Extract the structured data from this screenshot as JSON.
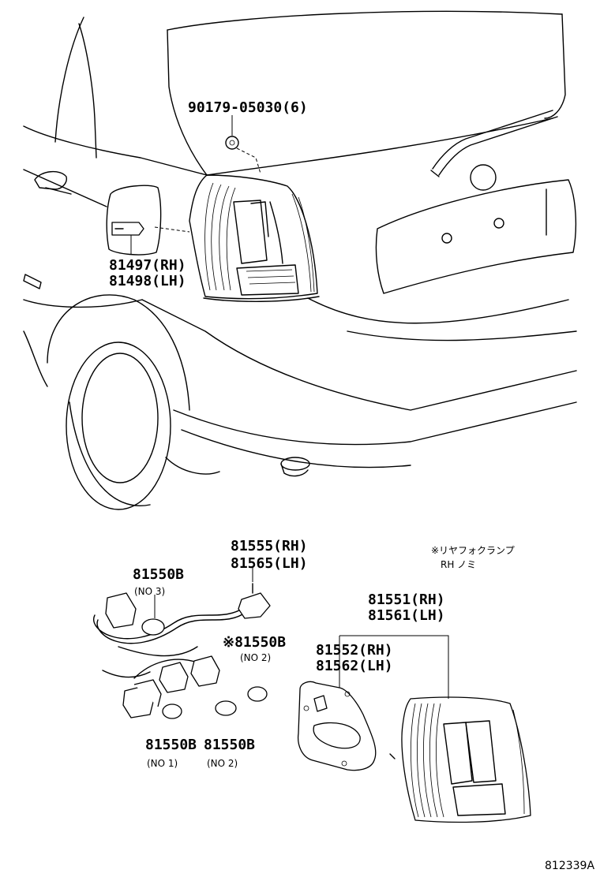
{
  "callouts": {
    "screw": "90179-05030(6)",
    "cap_rh": "81497(RH)",
    "cap_lh": "81498(LH)",
    "socket_rh": "81555(RH)",
    "socket_lh": "81565(LH)",
    "bulb_no3": "81550B",
    "bulb_no3_note": "(NO 3)",
    "bulb_no2_upper": "※81550B",
    "bulb_no2_upper_note": "(NO 2)",
    "lamp_rh": "81551(RH)",
    "lamp_lh": "81561(LH)",
    "gasket_rh": "81552(RH)",
    "gasket_lh": "81562(LH)",
    "bulb_no1": "81550B",
    "bulb_no1_note": "(NO 1)",
    "bulb_no2_lower": "81550B",
    "bulb_no2_lower_note": "(NO 2)",
    "footnote_line1": "※リヤフォクランプ",
    "footnote_line2": "RH ノミ"
  },
  "figure_ref": "812339A"
}
